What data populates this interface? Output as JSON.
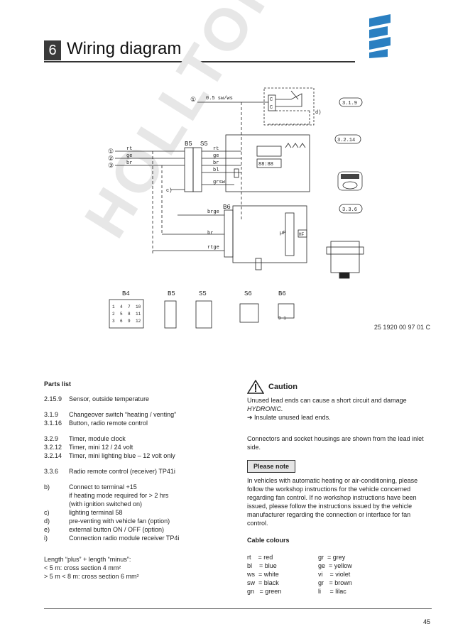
{
  "header": {
    "section_number": "6",
    "title": "Wiring diagram"
  },
  "watermark": "HOLLTOITLER TECHNIK",
  "diagram": {
    "labels": {
      "wire1": "0.5 sw/ws",
      "d": "d)",
      "c": "c)",
      "one": "①",
      "two": "②",
      "three": "③",
      "rt": "rt",
      "ge": "ge",
      "br": "br",
      "bl": "bl",
      "grsw": "grsw",
      "brge": "brge",
      "rtge": "rtge",
      "b5": "B5",
      "s5": "S5",
      "b6": "B6",
      "up": "µP",
      "hf": "HF",
      "ref1": "3.1.9",
      "ref2": "3.2.14",
      "ref3": "3.3.6",
      "cb4": "B4",
      "cb5": "B5",
      "cs5": "S5",
      "cs6": "S6",
      "cb6": "B6"
    },
    "b4_pins": [
      "1",
      "4",
      "7",
      "10",
      "2",
      "5",
      "8",
      "11",
      "3",
      "6",
      "9",
      "12"
    ],
    "doc_number": "25 1920 00 97 01 C"
  },
  "parts": {
    "title": "Parts list",
    "groups": [
      [
        {
          "code": "2.15.9",
          "desc": "Sensor, outside temperature"
        }
      ],
      [
        {
          "code": "3.1.9",
          "desc": "Changeover switch “heating / venting”"
        },
        {
          "code": "3.1.16",
          "desc": "Button, radio remote control"
        }
      ],
      [
        {
          "code": "3.2.9",
          "desc": "Timer, module clock"
        },
        {
          "code": "3.2.12",
          "desc": "Timer, mini 12 / 24 volt"
        },
        {
          "code": "3.2.14",
          "desc": "Timer, mini lighting blue – 12 volt only"
        }
      ],
      [
        {
          "code": "3.3.6",
          "desc": "Radio remote control (receiver) TP41i"
        }
      ]
    ],
    "notes": [
      {
        "code": "b)",
        "lines": [
          "Connect to terminal +15",
          "if heating mode required for > 2 hrs",
          "(with ignition switched on)"
        ]
      },
      {
        "code": "c)",
        "lines": [
          "lighting terminal 58"
        ]
      },
      {
        "code": "d)",
        "lines": [
          "pre-venting with vehicle fan (option)"
        ]
      },
      {
        "code": "e)",
        "lines": [
          "external button ON / OFF (option)"
        ]
      },
      {
        "code": "i)",
        "lines": [
          "Connection radio module receiver TP4i"
        ]
      }
    ],
    "length": [
      "Length “plus” + length “minus”:",
      "< 5 m: cross section 4 mm²",
      "> 5 m < 8 m: cross section 6 mm²"
    ]
  },
  "caution": {
    "title": "Caution",
    "text_prefix": "Unused lead ends can cause a short circuit and damage",
    "brand": "HYDRONIC.",
    "bullet": "➔  Insulate unused lead ends."
  },
  "connectors_note": "Connectors and socket housings are shown from the lead inlet side.",
  "please_note": {
    "title": "Please note",
    "text": "In vehicles with automatic heating or air-conditioning, please follow the workshop instructions for the vehicle concerned regarding fan control. If no workshop instructions have been issued, please follow the instructions issued by the vehicle manufacturer regarding the connection or interface for fan control."
  },
  "cable_colours": {
    "title": "Cable colours",
    "items": [
      "rt    = red",
      "gr  = grey",
      "bl    = blue",
      "ge  = yellow",
      "ws  = white",
      "vi    = violet",
      "sw  = black",
      "gr   = brown",
      "gn   = green",
      "li     = lilac"
    ]
  },
  "page_number": "45"
}
